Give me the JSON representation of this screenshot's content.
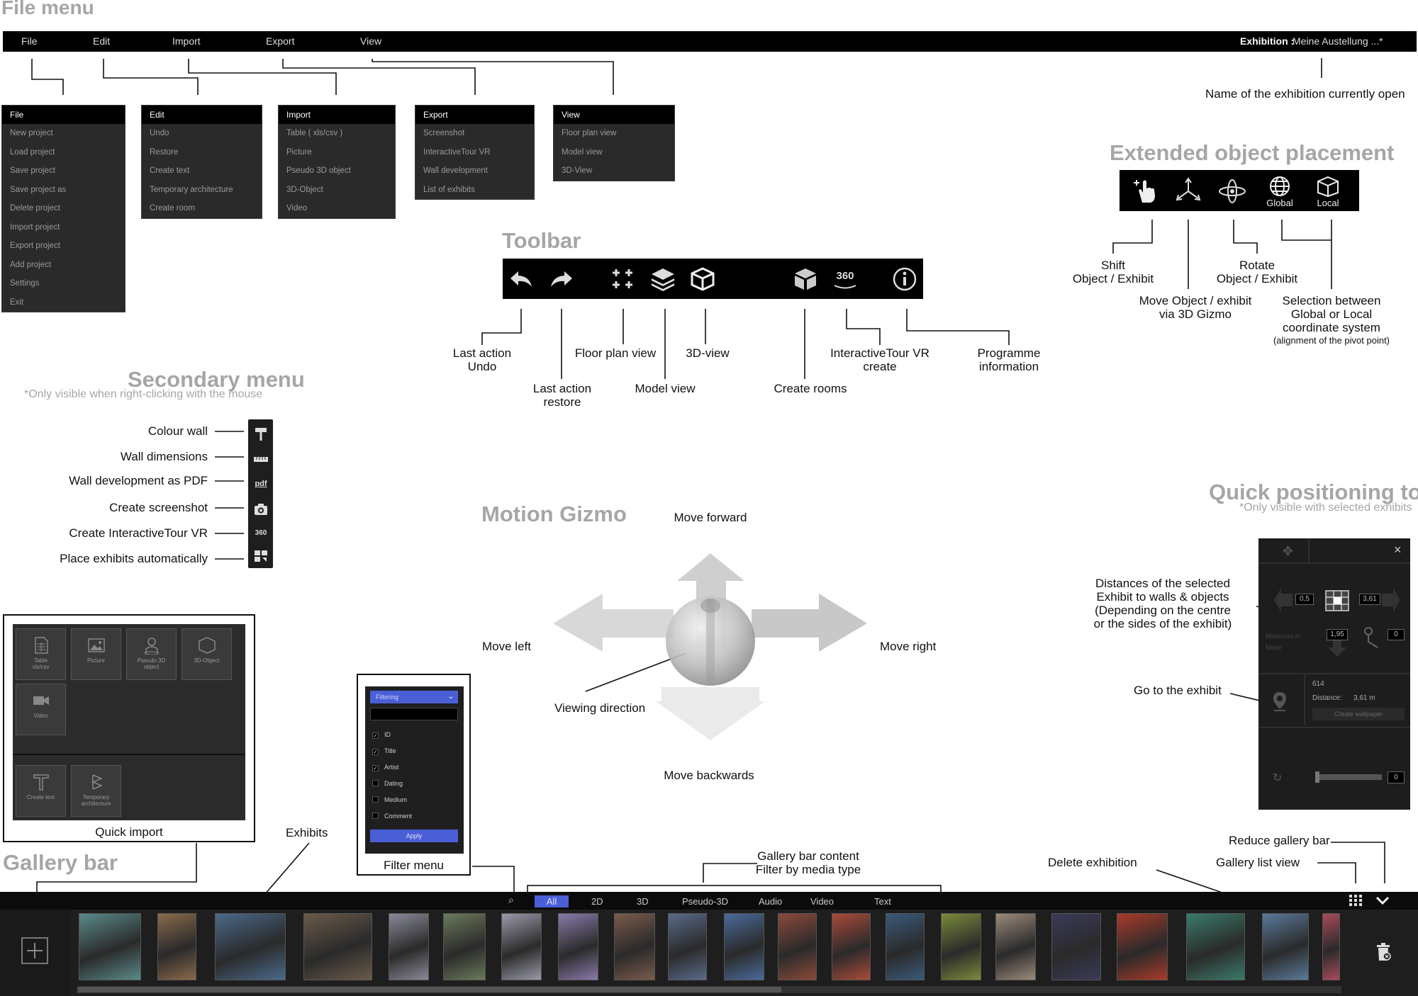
{
  "sections": {
    "file_menu": "File menu",
    "extended_placement": "Extended object placement",
    "toolbar": "Toolbar",
    "secondary_menu": "Secondary menu",
    "secondary_menu_note": "*Only visible when right-clicking with the mouse",
    "motion_gizmo": "Motion Gizmo",
    "quick_positioning": "Quick positioning tool",
    "quick_positioning_note": "*Only visible with selected exhibits",
    "gallery_bar": "Gallery bar"
  },
  "menubar": {
    "items": [
      "File",
      "Edit",
      "Import",
      "Export",
      "View"
    ],
    "exhibition_label": "Exhibition :",
    "exhibition_name": "Meine Austellung ...*"
  },
  "dropdowns": {
    "file": {
      "header": "File",
      "items": [
        "New project",
        "Load project",
        "Save project",
        "Save project as",
        "Delete project",
        "Import project",
        "Export project",
        "Add project",
        "Settings",
        "Exit"
      ]
    },
    "edit": {
      "header": "Edit",
      "items": [
        "Undo",
        "Restore",
        "Create text",
        "Temporary architecture",
        "Create room"
      ]
    },
    "import": {
      "header": "Import",
      "items": [
        "Table ( xls/csv )",
        "Picture",
        "Pseudo 3D object",
        "3D-Object",
        "Video"
      ]
    },
    "export": {
      "header": "Export",
      "items": [
        "Screenshot",
        "InteractiveTour VR",
        "Wall development",
        "List of exhibits"
      ]
    },
    "view": {
      "header": "View",
      "items": [
        "Floor plan view",
        "Model view",
        "3D-View"
      ]
    }
  },
  "annotations": {
    "exhibition_name": "Name of the exhibition currently open",
    "ext_shift": "Shift\nObject / Exhibit",
    "ext_move": "Move Object / exhibit\nvia 3D Gizmo",
    "ext_rotate": "Rotate\nObject / Exhibit",
    "ext_selection": "Selection between\nGlobal or Local\ncoordinate system",
    "ext_selection_note": "(alignment of the pivot point)",
    "tb_undo": "Last action\nUndo",
    "tb_restore": "Last action\nrestore",
    "tb_floorplan": "Floor plan view",
    "tb_model": "Model view",
    "tb_3d": "3D-view",
    "tb_rooms": "Create rooms",
    "tb_vr": "InteractiveTour VR\ncreate",
    "tb_info": "Programme\ninformation",
    "sm_colour": "Colour wall",
    "sm_dimensions": "Wall dimensions",
    "sm_pdf": "Wall development as PDF",
    "sm_screenshot": "Create screenshot",
    "sm_vr": "Create InteractiveTour VR",
    "sm_place": "Place exhibits automatically",
    "mg_forward": "Move forward",
    "mg_left": "Move left",
    "mg_right": "Move right",
    "mg_backwards": "Move backwards",
    "mg_viewing": "Viewing direction",
    "qp_distances": "Distances of the selected\nExhibit to walls & objects\n(Depending on the centre\nor the sides of the exhibit)",
    "qp_goto": "Go to the exhibit",
    "quick_import": "Quick import",
    "exhibits": "Exhibits",
    "filter_menu": "Filter menu",
    "gallery_content": "Gallery bar content\nFilter by media type",
    "delete_exhibition": "Delete exhibition",
    "gallery_list_view": "Gallery list view",
    "reduce_gallery": "Reduce gallery bar"
  },
  "extended_buttons": {
    "global": "Global",
    "local": "Local"
  },
  "secondary_icons": {
    "pdf": "pdf",
    "vr": "360"
  },
  "toolbar_icons": {
    "vr": "360"
  },
  "quick_import": {
    "buttons": [
      "Table\nxls/csv",
      "Picture",
      "Pseudo 3D\nobject",
      "3D-Object",
      "Video"
    ],
    "bottom_buttons": [
      "Create text",
      "Temporary\narchitecture"
    ]
  },
  "filter_menu": {
    "dropdown": "Filtering",
    "options": [
      {
        "label": "ID",
        "checked": true
      },
      {
        "label": "Title",
        "checked": true
      },
      {
        "label": "Artist",
        "checked": true
      },
      {
        "label": "Dating",
        "checked": false
      },
      {
        "label": "Medium",
        "checked": false
      },
      {
        "label": "Comment",
        "checked": false
      }
    ],
    "apply": "Apply"
  },
  "gallery": {
    "tabs": [
      "All",
      "2D",
      "3D",
      "Pseudo-3D",
      "Audio",
      "Video",
      "Text"
    ],
    "active_tab": "All",
    "accent": "#4a5fd6",
    "thumb_colors": [
      "#5a8a8a",
      "#8a6a4a",
      "#4a6a8a",
      "#6a5a4a",
      "#8a8a9a",
      "#6a7a5a",
      "#9a9aaa",
      "#8a7aaa",
      "#7a5a4a",
      "#5a6a8a",
      "#4a6a9a",
      "#8a4a3a",
      "#aa4a3a",
      "#3a5a7a",
      "#7a8a3a",
      "#9a8a7a",
      "#3a3a5a",
      "#aa3a2a",
      "#3a7a6a",
      "#5a7a9a",
      "#aa4a5a"
    ]
  },
  "quick_pos": {
    "left_value": "0,5",
    "right_value": "3,61",
    "bottom_value": "1,95",
    "side_value": "0",
    "measure_note": "Measures in\nMeter",
    "exhibit_id": "614",
    "distance_label": "Distance:",
    "distance_value": "3,61 m",
    "create_wallpaper": "Create wallpaper",
    "rotate_value": "0",
    "close": "×"
  }
}
